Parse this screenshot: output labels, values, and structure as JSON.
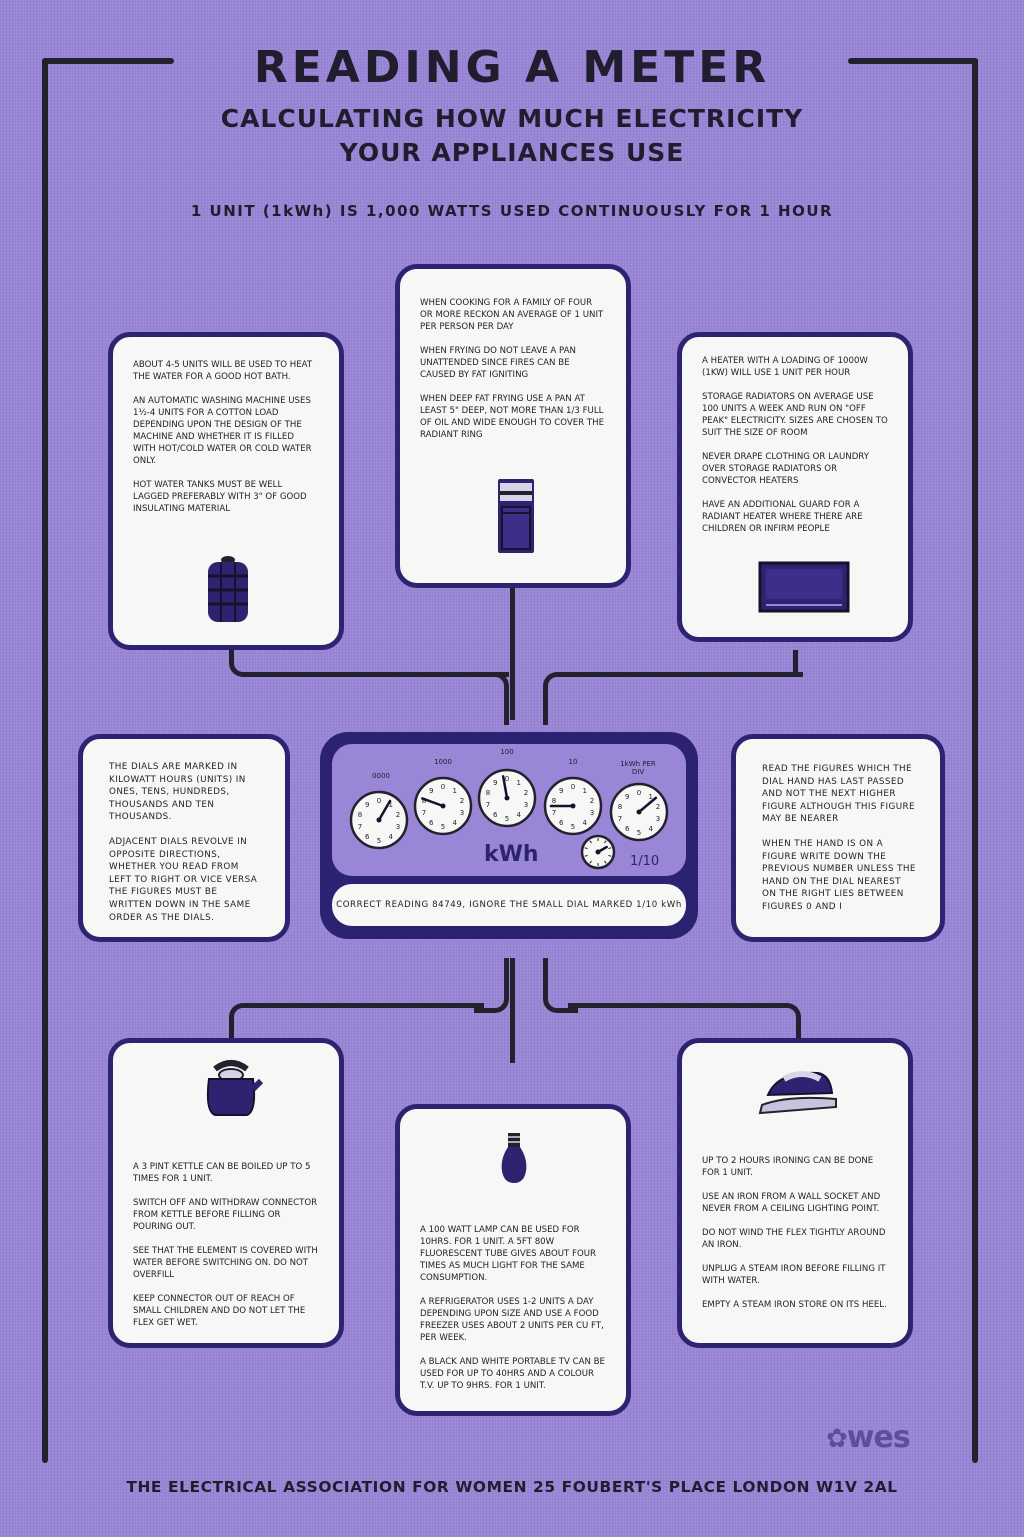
{
  "header": {
    "title": "READING A METER",
    "subtitle_line1": "CALCULATING HOW MUCH ELECTRICITY",
    "subtitle_line2": "YOUR APPLIANCES USE",
    "tagline": "1 UNIT (1kWh) IS 1,000 WATTS USED CONTINUOUSLY FOR 1 HOUR"
  },
  "cards": {
    "water": [
      "ABOUT 4-5 UNITS WILL BE USED TO HEAT THE WATER FOR A GOOD HOT BATH.",
      "AN AUTOMATIC WASHING MACHINE USES 1½-4 UNITS FOR A COTTON LOAD DEPENDING UPON THE DESIGN OF THE MACHINE AND WHETHER IT IS FILLED WITH HOT/COLD WATER OR COLD WATER ONLY.",
      "HOT WATER TANKS MUST BE WELL LAGGED PREFERABLY WITH 3\" OF GOOD INSULATING MATERIAL"
    ],
    "cooking": [
      "WHEN COOKING FOR A FAMILY OF FOUR OR MORE RECKON AN AVERAGE OF 1 UNIT PER PERSON PER DAY",
      "WHEN FRYING DO NOT LEAVE A PAN UNATTENDED SINCE FIRES CAN BE CAUSED BY FAT IGNITING",
      "WHEN DEEP FAT FRYING USE A PAN AT LEAST 5\" DEEP, NOT MORE THAN 1/3 FULL OF OIL AND WIDE ENOUGH TO COVER THE RADIANT RING"
    ],
    "heating": [
      "A HEATER WITH A LOADING OF 1000W (1kW) WILL USE 1 UNIT PER HOUR",
      "STORAGE RADIATORS ON AVERAGE USE 100 UNITS A WEEK AND RUN ON \"OFF PEAK\" ELECTRICITY. SIZES ARE CHOSEN TO SUIT THE SIZE OF ROOM",
      "NEVER DRAPE CLOTHING OR LAUNDRY OVER STORAGE RADIATORS OR CONVECTOR HEATERS",
      "HAVE AN ADDITIONAL GUARD FOR A RADIANT HEATER WHERE THERE ARE CHILDREN OR INFIRM PEOPLE"
    ],
    "dials": [
      "THE DIALS ARE MARKED IN KILOWATT HOURS (UNITS) IN ONES, TENS, HUNDREDS, THOUSANDS AND TEN THOUSANDS.",
      "ADJACENT DIALS REVOLVE IN OPPOSITE DIRECTIONS, WHETHER YOU READ FROM LEFT TO RIGHT OR VICE VERSA THE FIGURES MUST BE WRITTEN DOWN IN THE SAME ORDER AS THE DIALS."
    ],
    "reading": [
      "READ THE FIGURES WHICH THE DIAL HAND HAS LAST PASSED AND NOT THE NEXT HIGHER FIGURE ALTHOUGH THIS FIGURE MAY BE NEARER",
      "WHEN THE HAND IS ON A FIGURE WRITE DOWN THE PREVIOUS NUMBER UNLESS THE HAND ON THE DIAL NEAREST ON THE RIGHT LIES BETWEEN FIGURES 0 AND I"
    ],
    "kettle": [
      "A 3 PINT KETTLE CAN BE BOILED UP TO 5 TIMES FOR 1 UNIT.",
      "SWITCH OFF AND WITHDRAW CONNECTOR FROM KETTLE BEFORE FILLING OR POURING OUT.",
      "SEE THAT THE ELEMENT IS COVERED WITH WATER BEFORE SWITCHING ON. DO NOT OVERFILL",
      "KEEP CONNECTOR OUT OF REACH OF SMALL CHILDREN AND DO NOT LET THE FLEX GET WET."
    ],
    "lighting": [
      "A 100 WATT LAMP CAN BE USED FOR 10hrs. FOR 1 UNIT. A 5FT 80W FLUORESCENT TUBE GIVES ABOUT FOUR TIMES AS MUCH LIGHT FOR THE SAME CONSUMPTION.",
      "A REFRIGERATOR USES 1-2 UNITS A DAY DEPENDING UPON SIZE AND USE  A FOOD FREEZER USES ABOUT 2 UNITS PER CU FT, PER WEEK.",
      "A BLACK AND WHITE PORTABLE TV CAN BE USED FOR UP TO 40hrs AND A COLOUR T.V. UP TO 9hrs. FOR 1 UNIT."
    ],
    "ironing": [
      "UP TO 2 HOURS IRONING CAN BE DONE FOR 1 UNIT.",
      "USE AN IRON FROM A WALL SOCKET AND NEVER FROM A CEILING LIGHTING POINT.",
      "DO NOT WIND THE FLEX TIGHTLY AROUND AN IRON.",
      "UNPLUG A STEAM IRON BEFORE FILLING IT WITH WATER.",
      "EMPTY A STEAM IRON STORE ON ITS HEEL."
    ]
  },
  "meter": {
    "dial_labels": [
      "0000",
      "1000",
      "100",
      "10",
      "1kWh PER DIV"
    ],
    "unit_label": "kWh",
    "small_dial_label": "1/10",
    "reading_note": "CORRECT READING 84749, IGNORE THE SMALL DIAL MARKED 1/10 kWh"
  },
  "footer": {
    "address": "THE ELECTRICAL ASSOCIATION FOR WOMEN 25 FOUBERT'S PLACE LONDON W1V 2AL",
    "logo": "wes"
  },
  "colors": {
    "background": "#9a86d6",
    "navy": "#2d2370",
    "ink": "#23212d",
    "card": "#f7f7f5"
  }
}
